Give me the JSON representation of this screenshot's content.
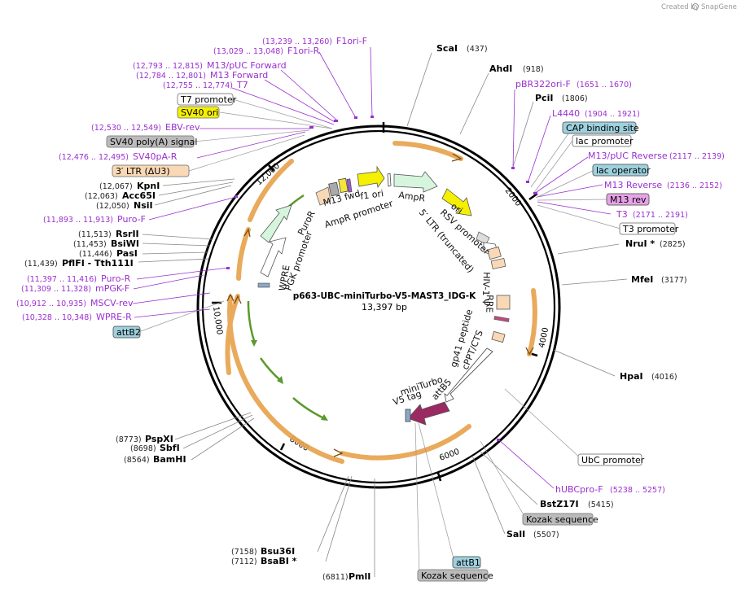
{
  "credit": {
    "prefix": "Created by",
    "brand": "SnapGene"
  },
  "map": {
    "name": "p663-UBC-miniTurbo-V5-MAST3_IDG-K",
    "size": "13,397 bp"
  },
  "ticks": [
    "2000",
    "4000",
    "6000",
    "8000",
    "10,000",
    "12,000"
  ],
  "enzymes": [
    {
      "name": "ScaI",
      "pos": "(437)"
    },
    {
      "name": "AhdI",
      "pos": "(918)"
    },
    {
      "name": "PciI",
      "pos": "(1806)"
    },
    {
      "name": "NruI *",
      "pos": "(2825)"
    },
    {
      "name": "MfeI",
      "pos": "(3177)"
    },
    {
      "name": "HpaI",
      "pos": "(4016)"
    },
    {
      "name": "BstZ17I",
      "pos": "(5415)"
    },
    {
      "name": "SalI",
      "pos": "(5507)"
    },
    {
      "name": "PmlI",
      "pos": "(6811)"
    },
    {
      "name": "BsaBI *",
      "pos": "(7112)"
    },
    {
      "name": "Bsu36I",
      "pos": "(7158)"
    },
    {
      "name": "BamHI",
      "pos": "(8564)"
    },
    {
      "name": "SbfI",
      "pos": "(8698)"
    },
    {
      "name": "PspXI",
      "pos": "(8773)"
    },
    {
      "name": "PflFI - Tth111I",
      "pos": "(11,439)"
    },
    {
      "name": "PasI",
      "pos": "(11,446)"
    },
    {
      "name": "BsiWI",
      "pos": "(11,453)"
    },
    {
      "name": "RsrII",
      "pos": "(11,513)"
    },
    {
      "name": "NsiI",
      "pos": "(12,050)"
    },
    {
      "name": "Acc65I",
      "pos": "(12,063)"
    },
    {
      "name": "KpnI",
      "pos": "(12,067)"
    }
  ],
  "primers": [
    {
      "name": "F1ori-F",
      "pos": "(13,239 .. 13,260)"
    },
    {
      "name": "F1ori-R",
      "pos": "(13,029 .. 13,048)"
    },
    {
      "name": "M13/pUC Forward",
      "pos": "(12,793 .. 12,815)"
    },
    {
      "name": "M13 Forward",
      "pos": "(12,784 .. 12,801)"
    },
    {
      "name": "T7",
      "pos": "(12,755 .. 12,774)"
    },
    {
      "name": "EBV-rev",
      "pos": "(12,530 .. 12,549)"
    },
    {
      "name": "SV40pA-R",
      "pos": "(12,476 .. 12,495)"
    },
    {
      "name": "Puro-F",
      "pos": "(11,893 .. 11,913)"
    },
    {
      "name": "Puro-R",
      "pos": "(11,397 .. 11,416)"
    },
    {
      "name": "mPGK-F",
      "pos": "(11,309 .. 11,328)"
    },
    {
      "name": "MSCV-rev",
      "pos": "(10,912 .. 10,935)"
    },
    {
      "name": "WPRE-R",
      "pos": "(10,328 .. 10,348)"
    },
    {
      "name": "pBR322ori-F",
      "pos": "(1651 .. 1670)"
    },
    {
      "name": "L4440",
      "pos": "(1904 .. 1921)"
    },
    {
      "name": "M13/pUC Reverse",
      "pos": "(2117 .. 2139)"
    },
    {
      "name": "M13 Reverse",
      "pos": "(2136 .. 2152)"
    },
    {
      "name": "T3",
      "pos": "(2171 .. 2191)"
    },
    {
      "name": "hUBCpro-F",
      "pos": "(5238 .. 5257)"
    }
  ],
  "features": {
    "t7_promoter": "T7 promoter",
    "sv40_ori": "SV40 ori",
    "sv40_polya": "SV40 poly(A) signal",
    "ltr3": "3′ LTR (ΔU3)",
    "attb2": "attB2",
    "cap": "CAP binding site",
    "lac_promoter": "lac promoter",
    "lac_operator": "lac operator",
    "m13_rev": "M13 rev",
    "t3_promoter": "T3 promoter",
    "ubc_promoter": "UbC promoter",
    "kozak1": "Kozak sequence",
    "attb1": "attB1",
    "kozak2": "Kozak sequence"
  },
  "inner": {
    "f1_ori": "f1 ori",
    "m13_fwd": "M13 fwd",
    "ampr_promoter": "AmpR promoter",
    "ampr": "AmpR",
    "ori": "ori",
    "rsv_promoter": "RSV promoter",
    "ltr5": "5′ LTR (truncated)",
    "hiv1": "HIV-1 Ψ",
    "rre": "RRE",
    "gp41": "gp41 peptide",
    "cppt": "cPPT/CTS",
    "attb5": "attB5",
    "miniturbo": "miniTurbo",
    "v5tag": "V5 tag",
    "puror": "PuroR",
    "pgk": "PGK promoter",
    "wpre": "WPRE"
  }
}
